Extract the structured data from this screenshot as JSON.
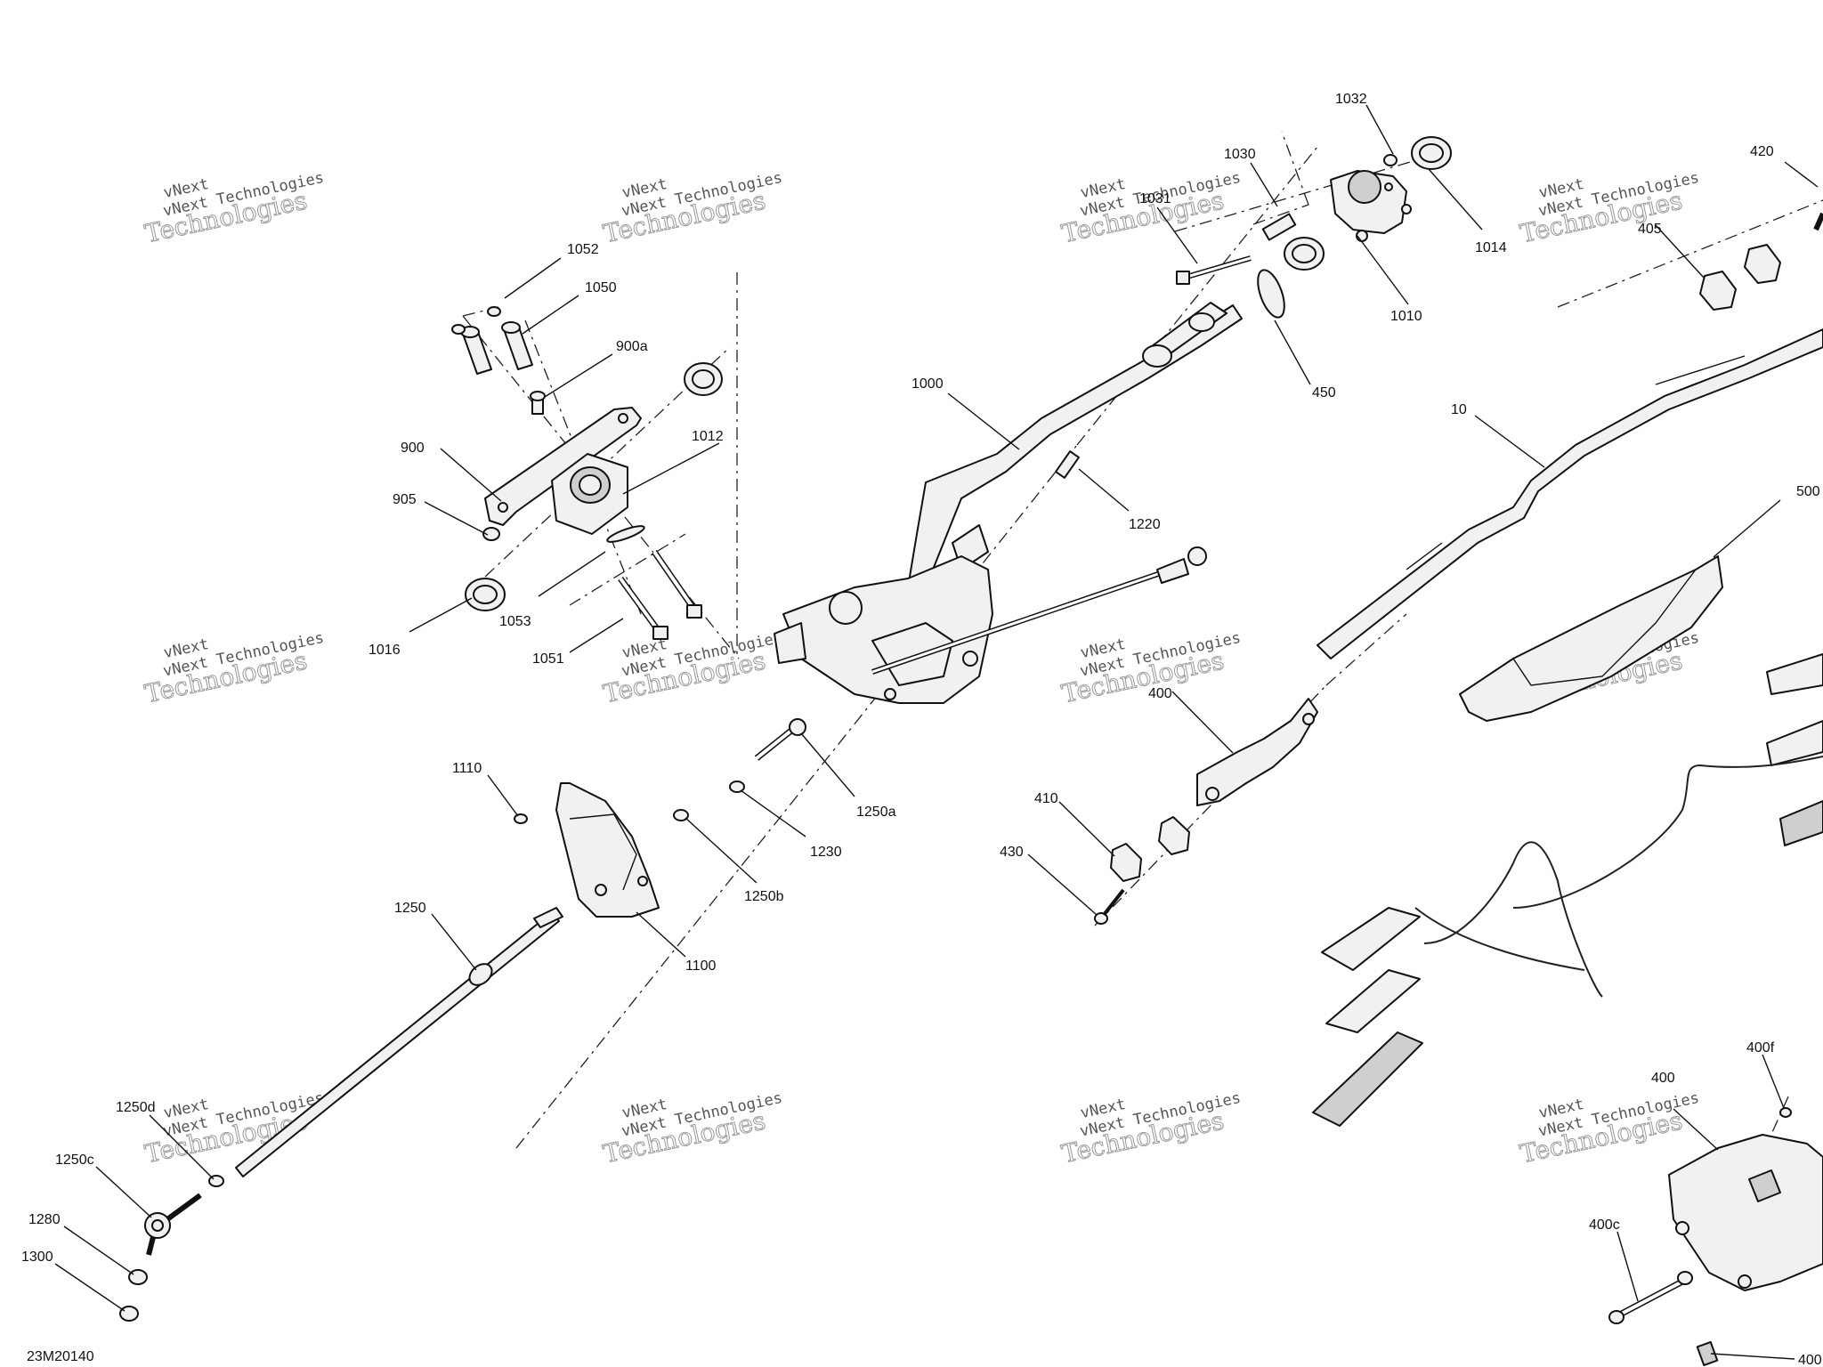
{
  "drawing_number": "23M20140",
  "watermark": {
    "line1": "vNext Technologies",
    "line2": "vNext",
    "line3": "Technologies"
  },
  "callouts": {
    "c1032": "1032",
    "c1030": "1030",
    "c1031": "1031",
    "c1014": "1014",
    "c1010": "1010",
    "c450": "450",
    "c420": "420",
    "c405": "405",
    "c10": "10",
    "c500": "500",
    "c1052": "1052",
    "c1050": "1050",
    "c900a": "900a",
    "c1012": "1012",
    "c900": "900",
    "c905": "905",
    "c1016": "1016",
    "c1053": "1053",
    "c1051": "1051",
    "c1000": "1000",
    "c1220": "1220",
    "c400": "400",
    "c410": "410",
    "c430": "430",
    "c1110": "1110",
    "c1250a": "1250a",
    "c1230": "1230",
    "c1250b": "1250b",
    "c1100": "1100",
    "c1250": "1250",
    "c1250d": "1250d",
    "c1250c": "1250c",
    "c1280": "1280",
    "c1300": "1300",
    "c400f": "400f",
    "c400b": "400",
    "c400c": "400c",
    "c400e": "400"
  }
}
